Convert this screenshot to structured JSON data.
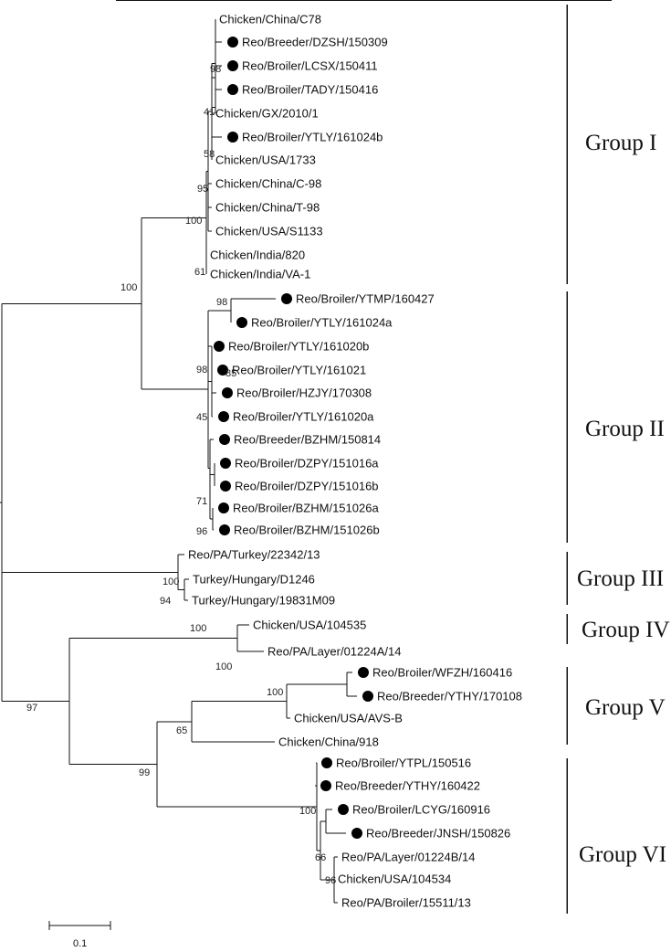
{
  "leaves": [
    {
      "id": "l1",
      "label": "Chicken/China/C78",
      "marked": false
    },
    {
      "id": "l2",
      "label": "Reo/Breeder/DZSH/150309",
      "marked": true
    },
    {
      "id": "l3",
      "label": "Reo/Broiler/LCSX/150411",
      "marked": true
    },
    {
      "id": "l4",
      "label": "Reo/Broiler/TADY/150416",
      "marked": true
    },
    {
      "id": "l5",
      "label": "Chicken/GX/2010/1",
      "marked": false
    },
    {
      "id": "l6",
      "label": "Reo/Broiler/YTLY/161024b",
      "marked": true
    },
    {
      "id": "l7",
      "label": "Chicken/USA/1733",
      "marked": false
    },
    {
      "id": "l8",
      "label": "Chicken/China/C-98",
      "marked": false
    },
    {
      "id": "l9",
      "label": "Chicken/China/T-98",
      "marked": false
    },
    {
      "id": "l10",
      "label": "Chicken/USA/S1133",
      "marked": false
    },
    {
      "id": "l11",
      "label": "Chicken/India/820",
      "marked": false
    },
    {
      "id": "l12",
      "label": "Chicken/India/VA-1",
      "marked": false
    },
    {
      "id": "l13",
      "label": "Reo/Broiler/YTMP/160427",
      "marked": true
    },
    {
      "id": "l14",
      "label": "Reo/Broiler/YTLY/161024a",
      "marked": true
    },
    {
      "id": "l15",
      "label": "Reo/Broiler/YTLY/161020b",
      "marked": true
    },
    {
      "id": "l16",
      "label": "Reo/Broiler/YTLY/161021",
      "marked": true
    },
    {
      "id": "l17",
      "label": "Reo/Broiler/HZJY/170308",
      "marked": true
    },
    {
      "id": "l18",
      "label": "Reo/Broiler/YTLY/161020a",
      "marked": true
    },
    {
      "id": "l19",
      "label": "Reo/Breeder/BZHM/150814",
      "marked": true
    },
    {
      "id": "l20",
      "label": "Reo/Broiler/DZPY/151016a",
      "marked": true
    },
    {
      "id": "l21",
      "label": "Reo/Broiler/DZPY/151016b",
      "marked": true
    },
    {
      "id": "l22",
      "label": "Reo/Broiler/BZHM/151026a",
      "marked": true
    },
    {
      "id": "l23",
      "label": "Reo/Broiler/BZHM/151026b",
      "marked": true
    },
    {
      "id": "l24",
      "label": "Reo/PA/Turkey/22342/13",
      "marked": false
    },
    {
      "id": "l25",
      "label": "Turkey/Hungary/D1246",
      "marked": false
    },
    {
      "id": "l26",
      "label": "Turkey/Hungary/19831M09",
      "marked": false
    },
    {
      "id": "l27",
      "label": "Chicken/USA/104535",
      "marked": false
    },
    {
      "id": "l28",
      "label": "Reo/PA/Layer/01224A/14",
      "marked": false
    },
    {
      "id": "l29",
      "label": "Reo/Broiler/WFZH/160416",
      "marked": true
    },
    {
      "id": "l30",
      "label": "Reo/Breeder/YTHY/170108",
      "marked": true
    },
    {
      "id": "l31",
      "label": "Chicken/USA/AVS-B",
      "marked": false
    },
    {
      "id": "l32",
      "label": "Chicken/China/918",
      "marked": false
    },
    {
      "id": "l33",
      "label": "Reo/Broiler/YTPL/150516",
      "marked": true
    },
    {
      "id": "l34",
      "label": "Reo/Breeder/YTHY/160422",
      "marked": true
    },
    {
      "id": "l35",
      "label": "Reo/Broiler/LCYG/160916",
      "marked": true
    },
    {
      "id": "l36",
      "label": "Reo/Breeder/JNSH/150826",
      "marked": true
    },
    {
      "id": "l37",
      "label": "Reo/PA/Layer/01224B/14",
      "marked": false
    },
    {
      "id": "l38",
      "label": "Chicken/USA/104534",
      "marked": false
    },
    {
      "id": "l39",
      "label": "Reo/PA/Broiler/15511/13",
      "marked": false
    }
  ],
  "bootstrap": [
    "98",
    "41",
    "58",
    "95",
    "100",
    "61",
    "100",
    "98",
    "85",
    "98",
    "45",
    "71",
    "96",
    "100",
    "94",
    "100",
    "100",
    "100",
    "65",
    "97",
    "99",
    "100",
    "66",
    "96"
  ],
  "groups": [
    "Group I",
    "Group II",
    "Group III",
    "Group IV",
    "Group V",
    "Group VI"
  ],
  "scale_bar": {
    "label": "0.1"
  }
}
